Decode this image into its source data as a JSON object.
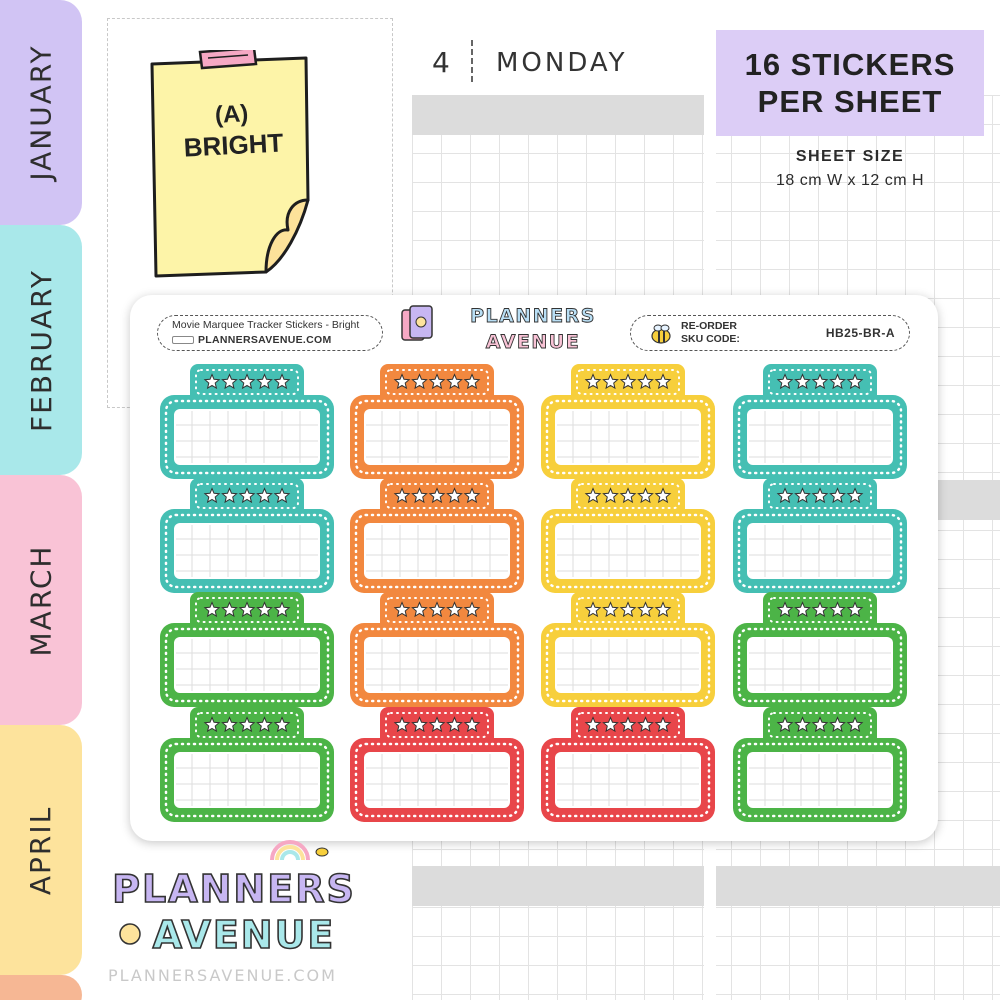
{
  "tabs": [
    {
      "label": "JANUARY",
      "color": "#d1c4f4"
    },
    {
      "label": "FEBRUARY",
      "color": "#a9e8ea"
    },
    {
      "label": "MARCH",
      "color": "#f9c3d6"
    },
    {
      "label": "APRIL",
      "color": "#fde39c"
    },
    {
      "label": "",
      "color": "#f6b794"
    }
  ],
  "note": {
    "line1": "(A)",
    "line2": "BRIGHT"
  },
  "day": {
    "number": "4",
    "name": "MONDAY"
  },
  "promo": {
    "line1": "16 STICKERS",
    "line2": "PER SHEET"
  },
  "sheet_size": {
    "title": "SHEET SIZE",
    "value": "18 cm W  x  12 cm H"
  },
  "sheet": {
    "product_name": "Movie Marquee Tracker Stickers - Bright",
    "url": "PLANNERSAVENUE.COM",
    "reorder_label_1": "RE-ORDER",
    "reorder_label_2": "SKU CODE:",
    "sku": "HB25-BR-A",
    "logo_line1": "PLANNERS",
    "logo_line2": "AVENUE"
  },
  "sticker_colors": [
    [
      "teal",
      "orange",
      "yellow",
      "teal"
    ],
    [
      "teal",
      "orange",
      "yellow",
      "teal"
    ],
    [
      "green",
      "orange",
      "yellow",
      "green"
    ],
    [
      "green",
      "red",
      "red",
      "green"
    ]
  ],
  "palette": {
    "teal": "#45bfb3",
    "orange": "#f2883f",
    "yellow": "#f7cf3c",
    "green": "#4cb447",
    "red": "#e8464a"
  },
  "brand": {
    "logo_line1": "PLANNERS",
    "logo_line2": "AVENUE",
    "url": "PLANNERSAVENUE.COM"
  }
}
